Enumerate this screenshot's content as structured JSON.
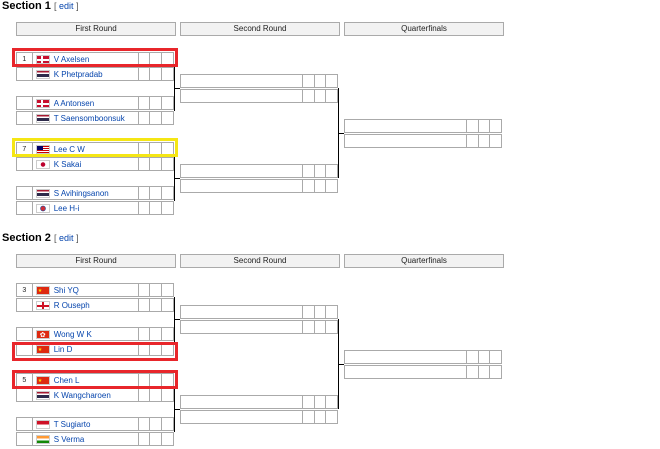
{
  "sections": [
    {
      "title": "Section 1",
      "edit_open": "[",
      "edit_label": "edit",
      "edit_close": "]",
      "rounds": [
        "First Round",
        "Second Round",
        "Quarterfinals"
      ],
      "players": [
        {
          "seed": "1",
          "name": "V Axelsen",
          "flag": "den"
        },
        {
          "seed": "",
          "name": "K Phetpradab",
          "flag": "tha"
        },
        {
          "seed": "",
          "name": "A Antonsen",
          "flag": "den"
        },
        {
          "seed": "",
          "name": "T Saensomboonsuk",
          "flag": "tha"
        },
        {
          "seed": "7",
          "name": "Lee C W",
          "flag": "mas"
        },
        {
          "seed": "",
          "name": "K Sakai",
          "flag": "jpn"
        },
        {
          "seed": "",
          "name": "S Avihingsanon",
          "flag": "tha"
        },
        {
          "seed": "",
          "name": "Lee H-i",
          "flag": "kor"
        }
      ]
    },
    {
      "title": "Section 2",
      "edit_open": "[",
      "edit_label": "edit",
      "edit_close": "]",
      "rounds": [
        "First Round",
        "Second Round",
        "Quarterfinals"
      ],
      "players": [
        {
          "seed": "3",
          "name": "Shi YQ",
          "flag": "chn"
        },
        {
          "seed": "",
          "name": "R Ouseph",
          "flag": "eng"
        },
        {
          "seed": "",
          "name": "Wong W K",
          "flag": "hkg"
        },
        {
          "seed": "",
          "name": "Lin D",
          "flag": "chn"
        },
        {
          "seed": "5",
          "name": "Chen L",
          "flag": "chn"
        },
        {
          "seed": "",
          "name": "K Wangcharoen",
          "flag": "tha"
        },
        {
          "seed": "",
          "name": "T Sugiarto",
          "flag": "ina"
        },
        {
          "seed": "",
          "name": "S Verma",
          "flag": "ind"
        }
      ]
    }
  ],
  "highlight_colors": {
    "red": "#e8262b",
    "yellow": "#f5e614"
  }
}
